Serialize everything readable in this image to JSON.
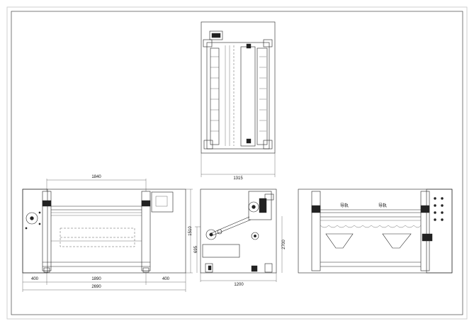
{
  "title_block": "",
  "top_view": {
    "dimensions": {
      "width": "1315"
    }
  },
  "front_view": {
    "dimensions": {
      "top_width": "1840",
      "height": "1510",
      "left_offset": "400",
      "middle": "1890",
      "right_offset": "400",
      "overall": "2690"
    }
  },
  "side_view": {
    "dimensions": {
      "depth": "1200",
      "lower_height": "695",
      "roll_height": "2700"
    }
  },
  "rear_view": {
    "labels": {
      "left_label": "导轨",
      "right_label": "导轨"
    }
  }
}
